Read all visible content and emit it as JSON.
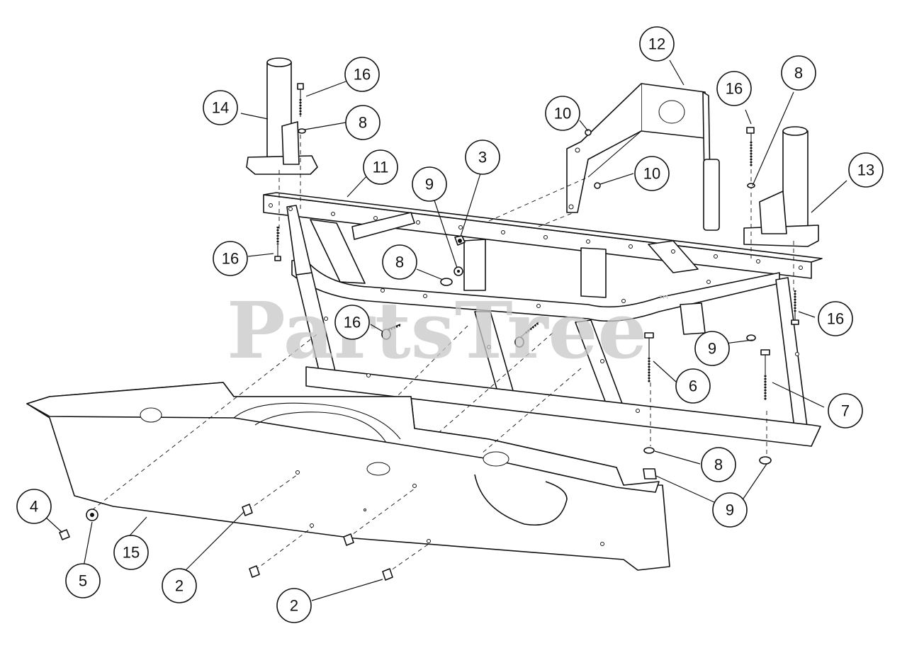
{
  "watermark": {
    "text": "PartsTree",
    "tm": "™"
  },
  "callouts": [
    {
      "id": "c12",
      "label": "12"
    },
    {
      "id": "c16a",
      "label": "16"
    },
    {
      "id": "c14",
      "label": "14"
    },
    {
      "id": "c8a",
      "label": "8"
    },
    {
      "id": "c10a",
      "label": "10"
    },
    {
      "id": "c16b",
      "label": "16"
    },
    {
      "id": "c8b",
      "label": "8"
    },
    {
      "id": "c3",
      "label": "3"
    },
    {
      "id": "c11",
      "label": "11"
    },
    {
      "id": "c9a",
      "label": "9"
    },
    {
      "id": "c10b",
      "label": "10"
    },
    {
      "id": "c13",
      "label": "13"
    },
    {
      "id": "c16c",
      "label": "16"
    },
    {
      "id": "c8c",
      "label": "8"
    },
    {
      "id": "c16d",
      "label": "16"
    },
    {
      "id": "c16e",
      "label": "16"
    },
    {
      "id": "c9b",
      "label": "9"
    },
    {
      "id": "c6",
      "label": "6"
    },
    {
      "id": "c7",
      "label": "7"
    },
    {
      "id": "c8d",
      "label": "8"
    },
    {
      "id": "c9c",
      "label": "9"
    },
    {
      "id": "c4",
      "label": "4"
    },
    {
      "id": "c15",
      "label": "15"
    },
    {
      "id": "c5",
      "label": "5"
    },
    {
      "id": "c2a",
      "label": "2"
    },
    {
      "id": "c2b",
      "label": "2"
    }
  ]
}
